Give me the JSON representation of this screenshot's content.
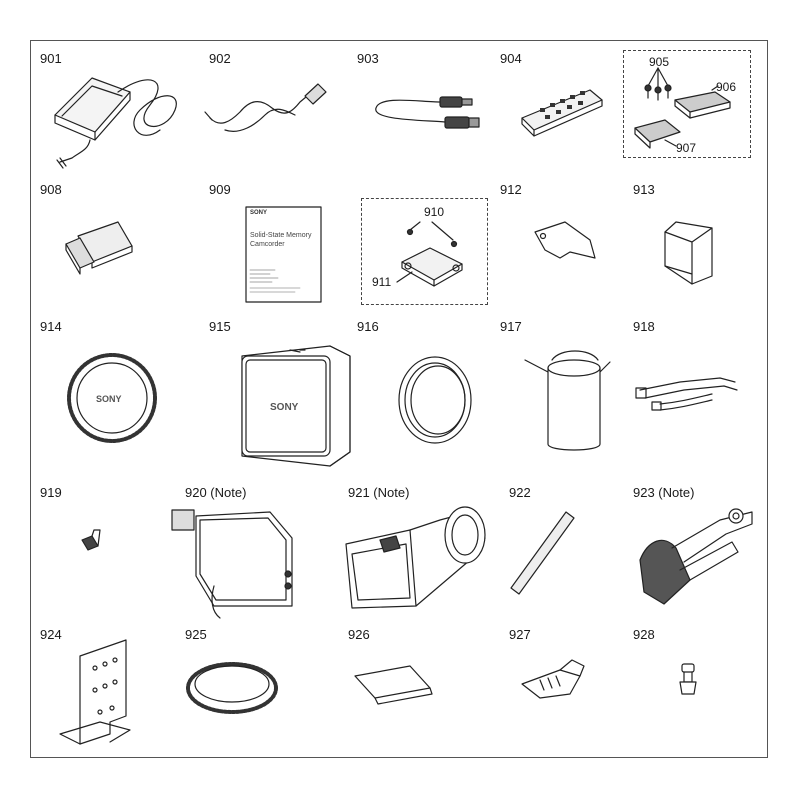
{
  "items": {
    "901": "901",
    "902": "902",
    "903": "903",
    "904": "904",
    "905": "905",
    "906": "906",
    "907": "907",
    "908": "908",
    "909": "909",
    "910": "910",
    "911": "911",
    "912": "912",
    "913": "913",
    "914": "914",
    "915": "915",
    "916": "916",
    "917": "917",
    "918": "918",
    "919": "919",
    "920": "920 (Note)",
    "921": "921 (Note)",
    "922": "922",
    "923": "923 (Note)",
    "924": "924",
    "925": "925",
    "926": "926",
    "927": "927",
    "928": "928"
  },
  "manual": {
    "brand": "SONY",
    "title_line1": "Solid-State Memory",
    "title_line2": "Camcorder"
  },
  "logo_text": "SONY"
}
